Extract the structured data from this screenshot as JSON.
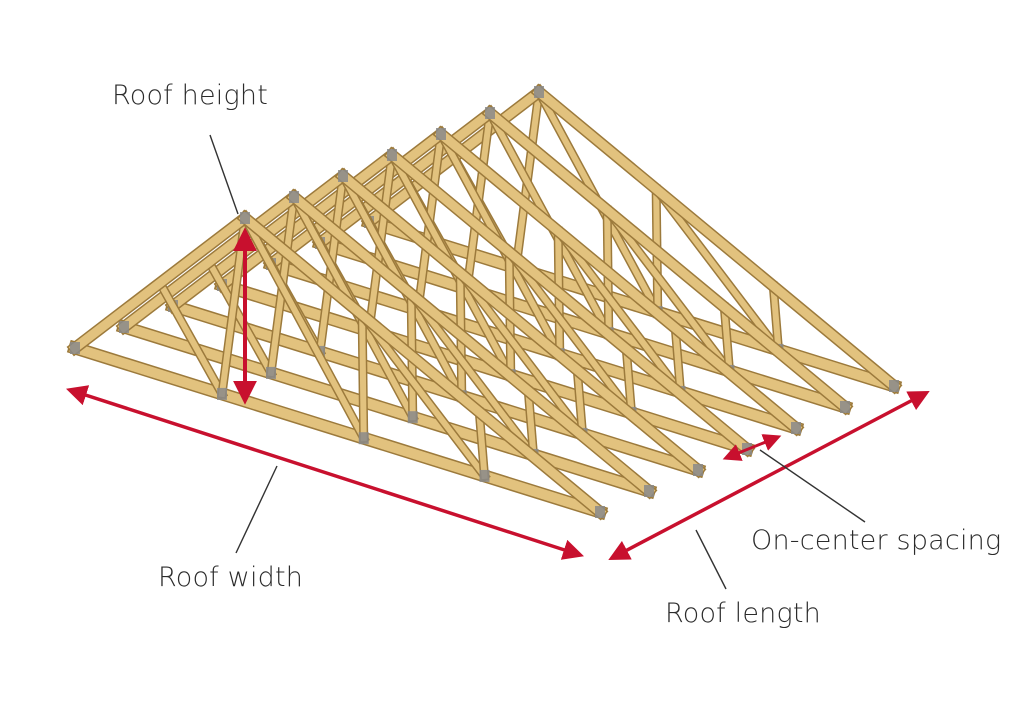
{
  "labels": {
    "roof_height": "Roof height",
    "roof_width": "Roof width",
    "on_center_spacing": "On-center spacing",
    "roof_length": "Roof length"
  },
  "colors": {
    "arrow": "#c8102e",
    "leader": "#333333",
    "wood_light": "#e2c27e",
    "wood_mid": "#c9a25a",
    "wood_dark": "#9c7a3c",
    "plate": "#8a8a8a"
  },
  "truss_count": 7
}
